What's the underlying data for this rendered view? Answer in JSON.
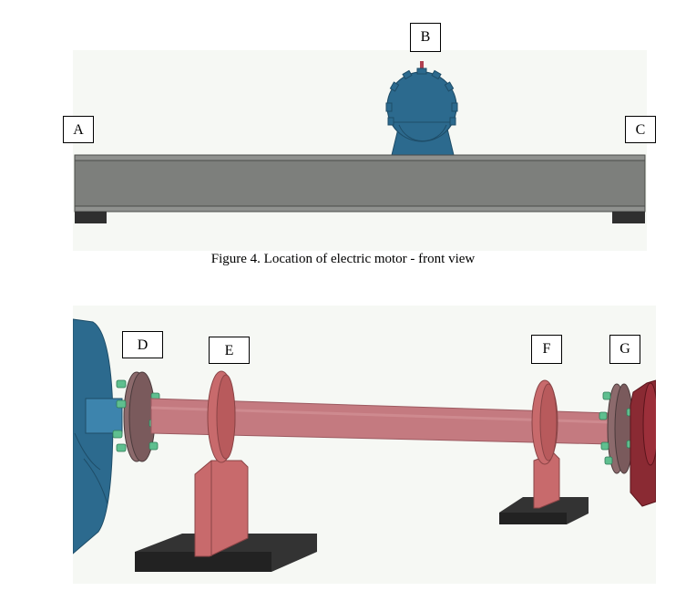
{
  "figure": {
    "labels": {
      "A": "A",
      "B": "B",
      "C": "C",
      "D": "D",
      "E": "E",
      "F": "F",
      "G": "G"
    },
    "caption": "Figure 4. Location of electric motor - front view"
  },
  "colors": {
    "beam": "#7d7f7c",
    "beam_dark": "#4a4c49",
    "support_pad": "#2f2f2f",
    "motor": "#2c6a8e",
    "motor_dark": "#1e4d68",
    "shaft": "#c47a80",
    "shaft_dark": "#9c5a60",
    "bearing": "#c86a6c",
    "base_plate": "#333333",
    "bolt": "#5fbf8f",
    "coupling": "#8a2a33",
    "flange": "#8c6a6c",
    "scene_bg": "#f6f8f4"
  }
}
